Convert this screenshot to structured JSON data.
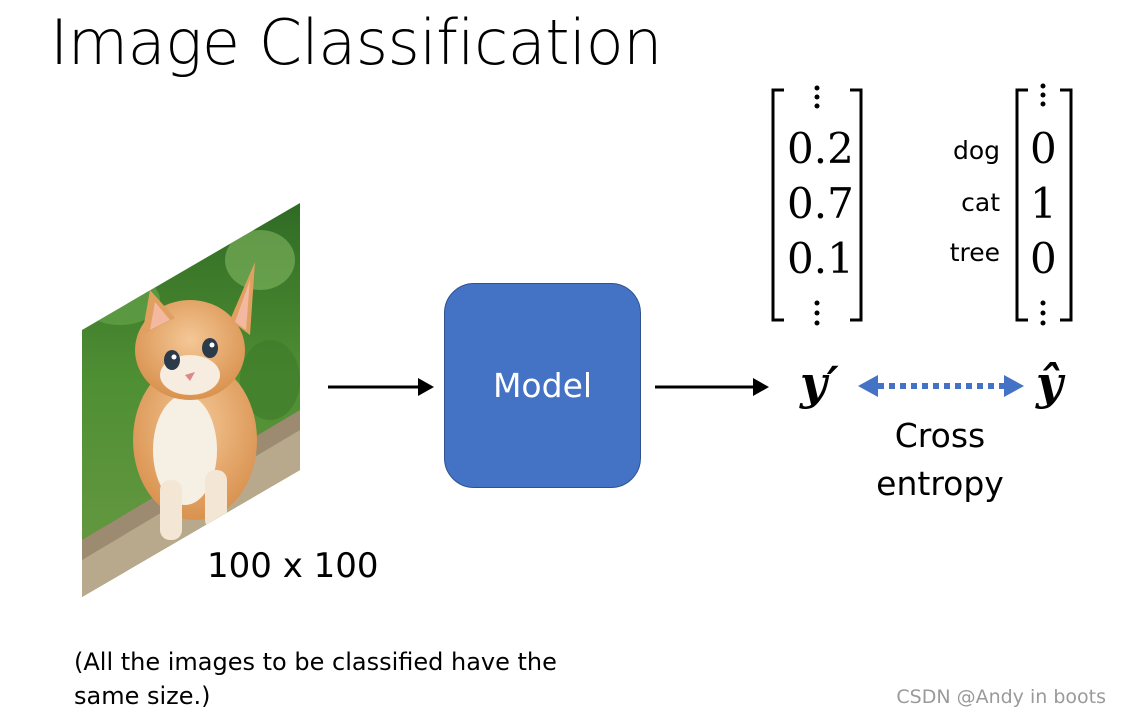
{
  "title": "Image Classification",
  "input": {
    "size_label": "100 x 100"
  },
  "model": {
    "label": "Model"
  },
  "output": {
    "pred_symbol": "y′",
    "target_symbol": "ŷ",
    "pred_values": [
      "0.2",
      "0.7",
      "0.1"
    ],
    "classes": [
      "dog",
      "cat",
      "tree"
    ],
    "target_values": [
      "0",
      "1",
      "0"
    ]
  },
  "loss": {
    "line1": "Cross",
    "line2": "entropy"
  },
  "note": "(All the images to be classified have the same size.)",
  "watermark": "CSDN @Andy in boots",
  "colors": {
    "model_fill": "#4472c4",
    "double_arrow": "#4472c4"
  }
}
